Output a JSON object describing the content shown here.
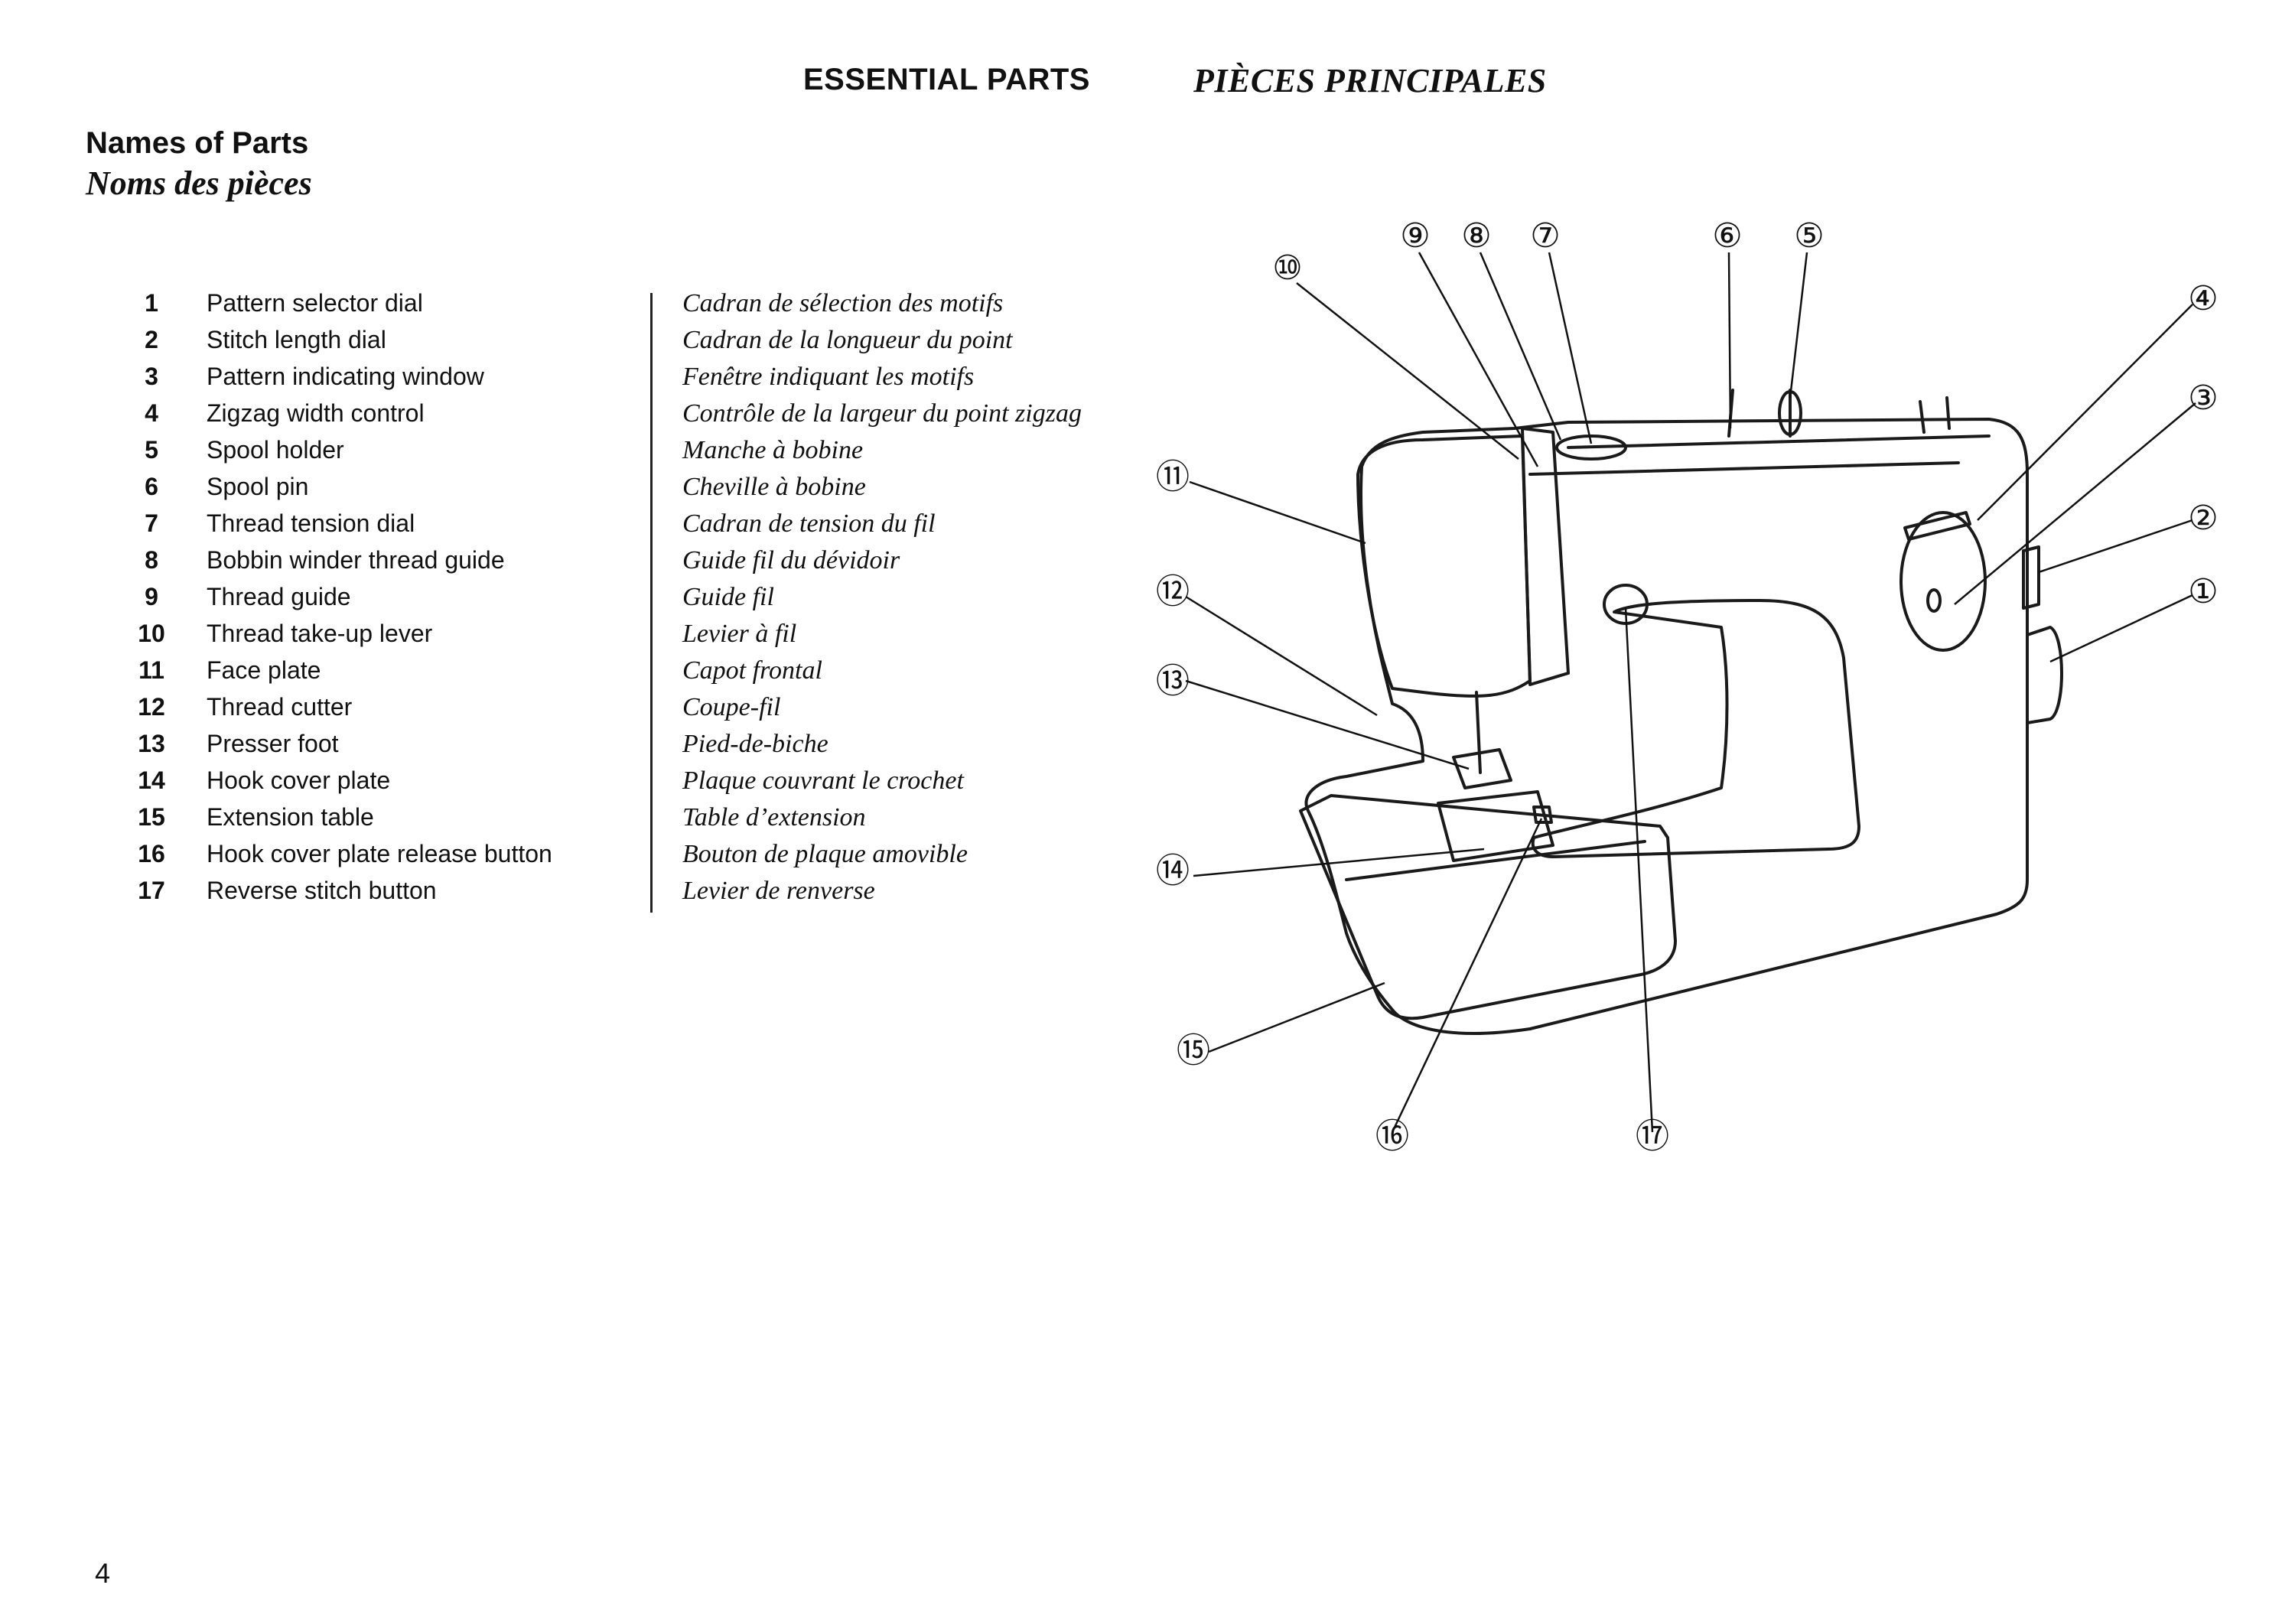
{
  "header": {
    "title_en": "ESSENTIAL PARTS",
    "title_fr": "PIÈCES PRINCIPALES"
  },
  "section": {
    "title_en": "Names of Parts",
    "title_fr": "Noms des pièces"
  },
  "parts": [
    {
      "num": "1",
      "en": "Pattern selector dial",
      "fr": "Cadran de sélection des motifs"
    },
    {
      "num": "2",
      "en": "Stitch  length  dial",
      "fr": "Cadran de la longueur du point"
    },
    {
      "num": "3",
      "en": "Pattern indicating window",
      "fr": "Fenêtre indiquant les motifs"
    },
    {
      "num": "4",
      "en": "Zigzag width control",
      "fr": "Contrôle de la largeur du point zigzag"
    },
    {
      "num": "5",
      "en": "Spool holder",
      "fr": "Manche à bobine"
    },
    {
      "num": "6",
      "en": "Spool pin",
      "fr": "Cheville à bobine"
    },
    {
      "num": "7",
      "en": "Thread tension dial",
      "fr": "Cadran de tension du fil"
    },
    {
      "num": "8",
      "en": "Bobbin winder thread guide",
      "fr": "Guide fil du dévidoir"
    },
    {
      "num": "9",
      "en": "Thread guide",
      "fr": "Guide fil"
    },
    {
      "num": "10",
      "en": "Thread take-up lever",
      "fr": "Levier à fil"
    },
    {
      "num": "11",
      "en": "Face plate",
      "fr": "Capot frontal"
    },
    {
      "num": "12",
      "en": "Thread cutter",
      "fr": "Coupe-fil"
    },
    {
      "num": "13",
      "en": "Presser foot",
      "fr": "Pied-de-biche"
    },
    {
      "num": "14",
      "en": "Hook cover plate",
      "fr": "Plaque couvrant le crochet"
    },
    {
      "num": "15",
      "en": "Extension table",
      "fr": "Table d’extension"
    },
    {
      "num": "16",
      "en": "Hook cover plate release button",
      "fr": "Bouton de plaque amovible"
    },
    {
      "num": "17",
      "en": "Reverse stitch button",
      "fr": "Levier de renverse"
    }
  ],
  "diagram": {
    "callouts": [
      "⑨",
      "⑧",
      "⑦",
      "⑥",
      "⑤",
      "⑩",
      "④",
      "③",
      "②",
      "①",
      "⑪",
      "⑫",
      "⑬",
      "⑭",
      "⑮",
      "⑯",
      "⑰"
    ]
  },
  "page_number": "4"
}
